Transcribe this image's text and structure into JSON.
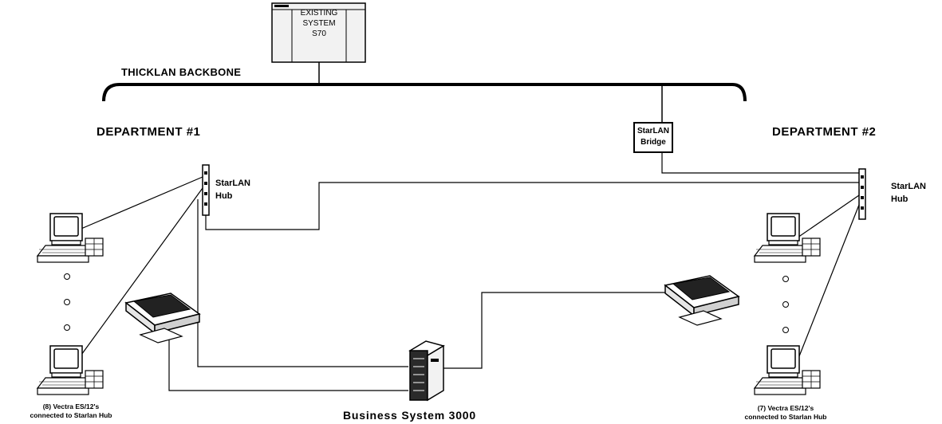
{
  "existing_system": {
    "line1": "EXISTING",
    "line2": "SYSTEM",
    "line3": "S70"
  },
  "backbone_label": "THICKLAN BACKBONE",
  "department1": {
    "title": "DEPARTMENT #1",
    "hub_line1": "StarLAN",
    "hub_line2": "Hub",
    "caption_line1": "(8) Vectra ES/12's",
    "caption_line2": "connected to Starlan Hub"
  },
  "department2": {
    "title": "DEPARTMENT #2",
    "hub_line1": "StarLAN",
    "hub_line2": "Hub",
    "caption_line1": "(7) Vectra ES/12's",
    "caption_line2": "connected to Starlan Hub"
  },
  "bridge": {
    "line1": "StarLAN",
    "line2": "Bridge"
  },
  "business_system": "Business System 3000",
  "icons": [
    "mainframe-icon",
    "hub-icon",
    "computer-icon",
    "printer-icon",
    "server-icon"
  ]
}
